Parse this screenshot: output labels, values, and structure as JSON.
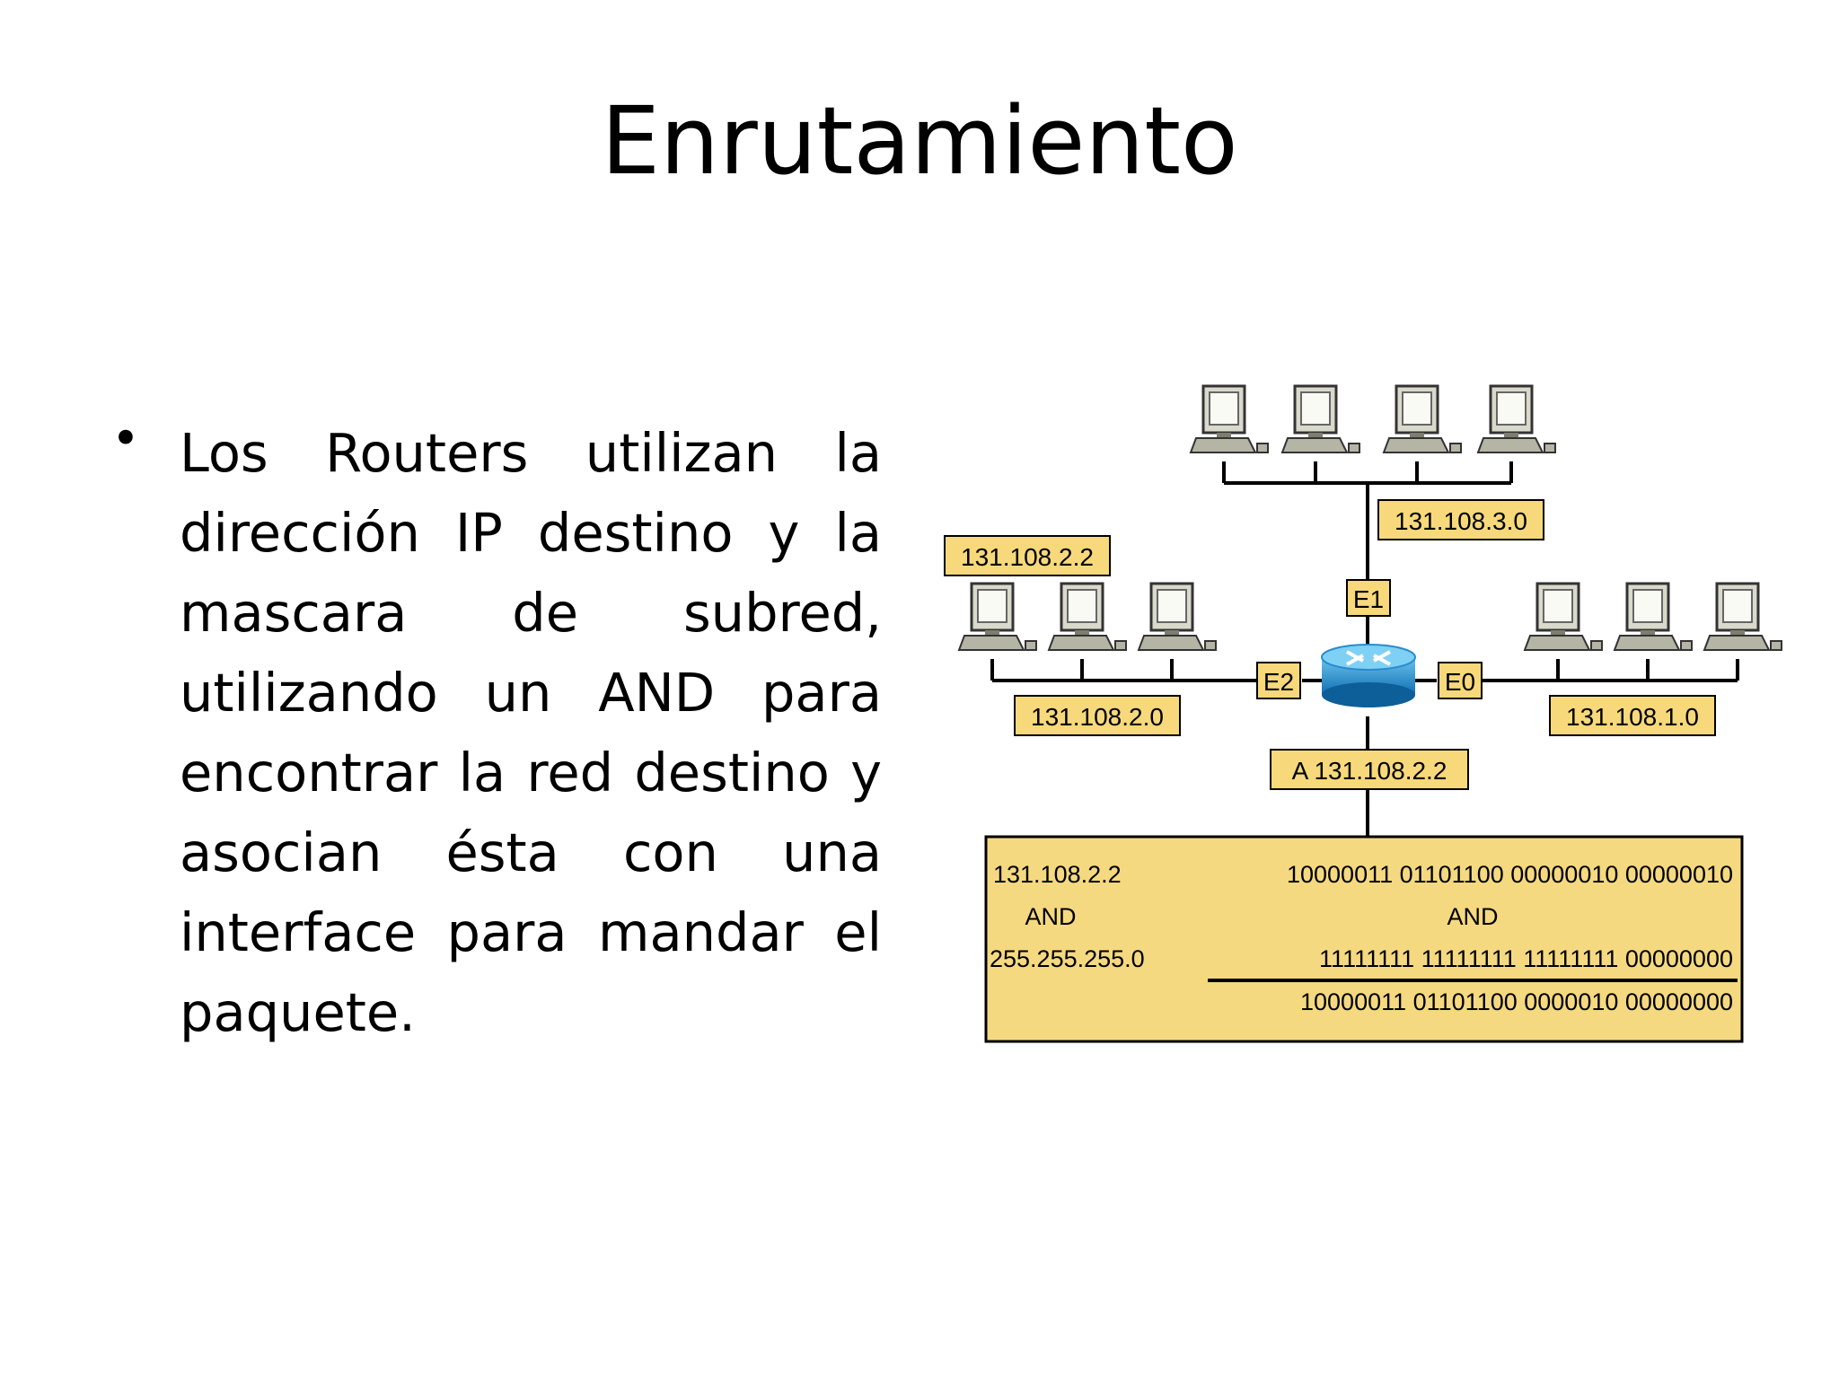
{
  "slide": {
    "title": "Enrutamiento",
    "bullet": "•",
    "body": "Los Routers utilizan la dirección IP destino  y la mascara de subred, utilizando un AND para encontrar la red destino y asocian ésta con una interface para mandar el paquete."
  },
  "diagram": {
    "colors": {
      "label_fill": "#f7d97b",
      "panel_fill": "#f5d980",
      "line": "#000000",
      "router": "#1a8cd0"
    },
    "networks": {
      "top": "131.108.3.0",
      "left": "131.108.2.0",
      "right": "131.108.1.0"
    },
    "host_label": "131.108.2.2",
    "interfaces": {
      "e0": "E0",
      "e1": "E1",
      "e2": "E2"
    },
    "destination": "A 131.108.2.2",
    "calc": {
      "ip": "131.108.2.2",
      "and_left": "AND",
      "mask": "255.255.255.0",
      "ip_bits": "10000011  01101100  00000010  00000010",
      "and_right": "AND",
      "mask_bits": "11111111    11111111    11111111    00000000",
      "result_bits": "10000011  01101100  0000010 00000000"
    },
    "icons": {
      "pc": "computer-icon",
      "router": "router-icon"
    }
  }
}
